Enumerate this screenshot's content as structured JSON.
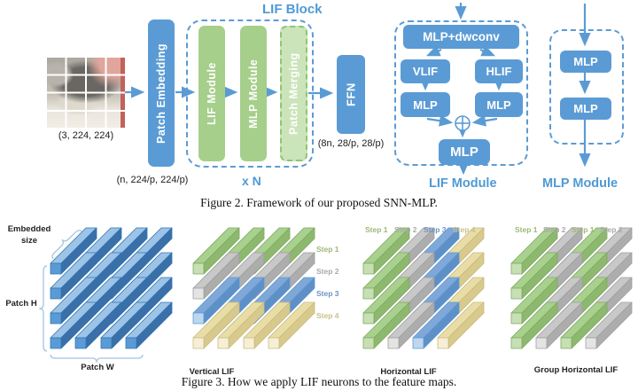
{
  "colors": {
    "accent_blue": "#5B9BD5",
    "dark_blue_stroke": "#2E75B6",
    "module_green": "#A5CF8A",
    "patch_merging_green": "#CBE4BA",
    "label_blue": "#4D9AD6",
    "brace_blue": "#A6C4E0",
    "step_label_colors": {
      "Step 1": "#9CB878",
      "Step 2": "#A9A9A9",
      "Step 3": "#6D94C6",
      "Step 4": "#CDBE8A"
    },
    "bar_colors": {
      "blue": {
        "front": "#5B9BD5",
        "top": "#9DC3E6",
        "side": "#3A6FA7",
        "stroke": "#2E75B6"
      },
      "green": {
        "front": "#C6E0B4",
        "top": "#A9D18E",
        "side": "#8DB96E",
        "stroke": "#7FA861"
      },
      "gray": {
        "front": "#E4E4E4",
        "top": "#C8C8C8",
        "side": "#ADADAD",
        "stroke": "#9E9E9E"
      },
      "lblue": {
        "front": "#BDD7EE",
        "top": "#7FA8D9",
        "side": "#5E8FC7",
        "stroke": "#5B9BD5"
      },
      "tan": {
        "front": "#F6EFD6",
        "top": "#E9DDA6",
        "side": "#D8C98C",
        "stroke": "#C9BA7F"
      }
    }
  },
  "figure2": {
    "caption": "Figure 2. Framework of our proposed SNN-MLP.",
    "input_image": {
      "shape_label": "(3, 224, 224)"
    },
    "patch_embedding": {
      "label": "Patch Embedding",
      "output_shape": "(n, 224/p, 224/p)"
    },
    "lif_block": {
      "title": "LIF Block",
      "modules": [
        "LIF Module",
        "MLP Module",
        "Patch Merging"
      ],
      "repeat_label": "x N"
    },
    "ffn": {
      "label": "FFN",
      "output_shape": "(8n, 28/p, 28/p)"
    },
    "lif_module_detail": {
      "title": "LIF Module",
      "mlp_dwconv": "MLP+dwconv",
      "vlif": "VLIF",
      "hlif": "HLIF",
      "mlp_left": "MLP",
      "mlp_right": "MLP",
      "mlp_out": "MLP"
    },
    "mlp_module_detail": {
      "title": "MLP Module",
      "mlp_top": "MLP",
      "mlp_bottom": "MLP"
    }
  },
  "figure3": {
    "caption": "Figure 3. How we apply LIF neurons to the feature maps.",
    "embedded_size_lines": [
      "Embedded",
      "size"
    ],
    "patch_h_label": "Patch H",
    "patch_w_label": "Patch W",
    "grid": {
      "rows": 4,
      "cols": 4
    },
    "diagrams": [
      {
        "id": "feature-map",
        "title": "",
        "color_mode": "uniform",
        "colors": [
          "blue"
        ],
        "steps": []
      },
      {
        "id": "vertical-lif",
        "title": "Vertical LIF",
        "color_mode": "row",
        "colors": [
          "green",
          "gray",
          "lblue",
          "tan"
        ],
        "steps": [
          "Step 1",
          "Step 2",
          "Step 3",
          "Step 4"
        ]
      },
      {
        "id": "horizontal-lif",
        "title": "Horizontal LIF",
        "color_mode": "col",
        "colors": [
          "green",
          "gray",
          "lblue",
          "tan"
        ],
        "steps": [
          "Step 1",
          "Step 2",
          "Step 3",
          "Step 4"
        ]
      },
      {
        "id": "group-horizontal-lif",
        "title": "Group Horizontal LIF",
        "color_mode": "col",
        "colors": [
          "green",
          "gray",
          "green",
          "gray"
        ],
        "steps": [
          "Step 1",
          "Step 2",
          "Step 1",
          "Step 2"
        ]
      }
    ]
  }
}
